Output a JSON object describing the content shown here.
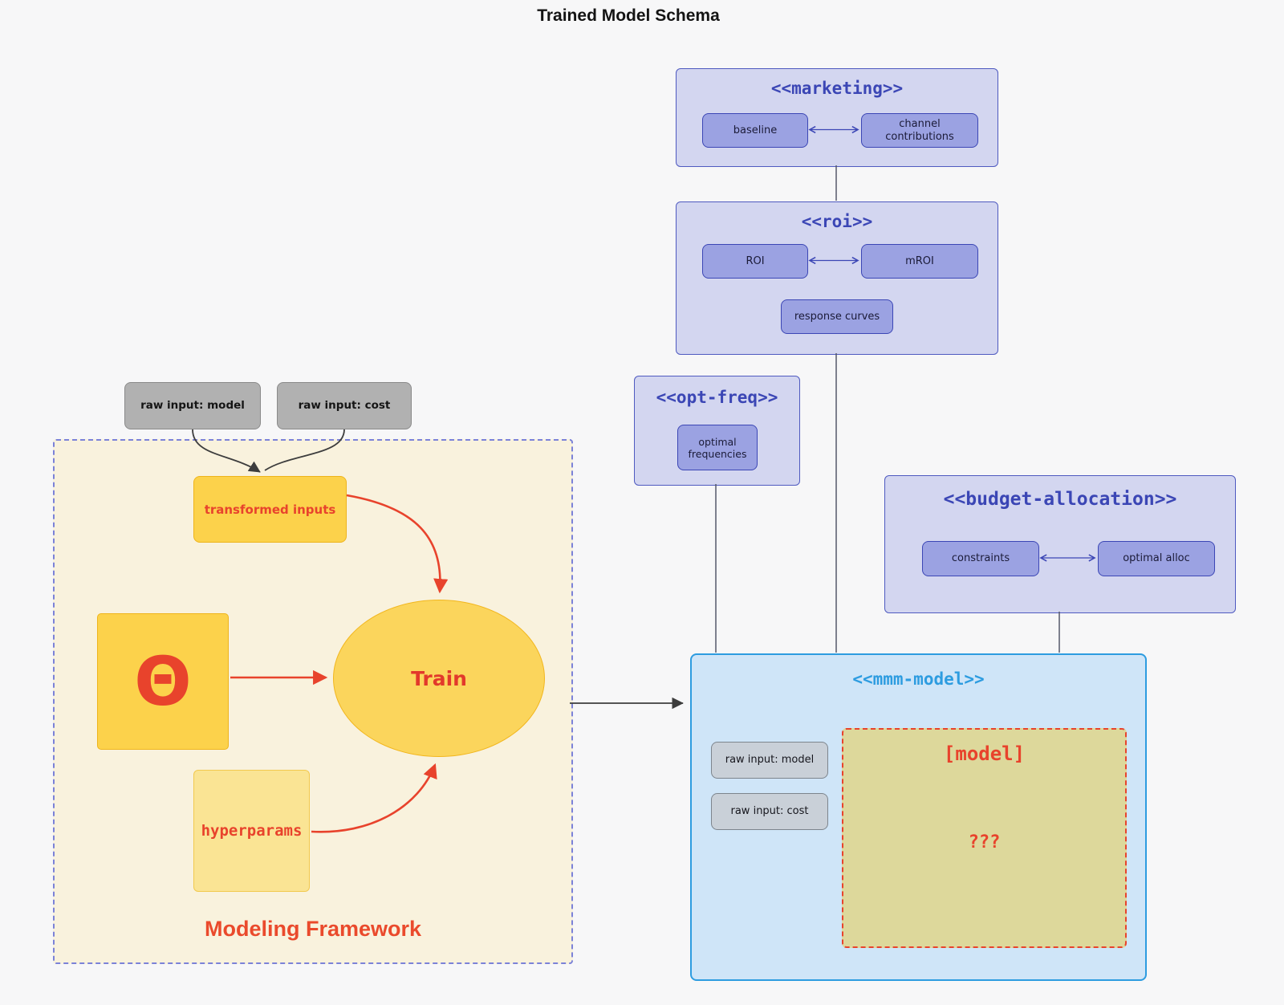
{
  "page": {
    "title": "Trained Model Schema"
  },
  "external_inputs": {
    "raw_input_model": "raw input: model",
    "raw_input_cost": "raw input: cost"
  },
  "framework": {
    "label": "Modeling Framework",
    "nodes": {
      "transformed_inputs": "transformed inputs",
      "theta": "Θ",
      "train": "Train",
      "hyperparams": "hyperparams"
    }
  },
  "clusters": {
    "marketing": {
      "title": "<<marketing>>",
      "baseline": "baseline",
      "channel_contributions": "channel contributions"
    },
    "roi": {
      "title": "<<roi>>",
      "roi": "ROI",
      "mroi": "mROI",
      "response_curves": "response curves"
    },
    "opt_freq": {
      "title": "<<opt-freq>>",
      "optimal_frequencies": "optimal frequencies"
    },
    "budget_allocation": {
      "title": "<<budget-allocation>>",
      "constraints": "constraints",
      "optimal_alloc": "optimal alloc"
    },
    "mmm_model": {
      "title": "<<mmm-model>>",
      "raw_input_model": "raw input: model",
      "raw_input_cost": "raw input: cost",
      "model_placeholder": "[model]",
      "model_unknown": "???"
    }
  },
  "colors": {
    "background": "#f7f7f8",
    "cluster_fill": "#d3d6f0",
    "cluster_border": "#4f5ac0",
    "cluster_title": "#3b46b5",
    "node_purple_fill": "#9ba2e2",
    "mmm_fill": "#cfe5f8",
    "mmm_accent": "#2d9ce0",
    "model_box_fill": "#ddd89b",
    "red_accent": "#e8432c",
    "yellow_fill": "#fcd24b",
    "yellow_light_fill": "#fae494",
    "framework_fill": "#f9f2dd",
    "framework_border": "#7b82d8",
    "gray_node_fill": "#b1b1b1",
    "gray_mmm_node_fill": "#c9d0d8"
  }
}
